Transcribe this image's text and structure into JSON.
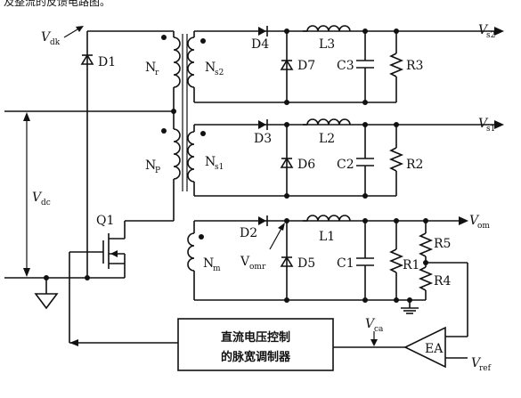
{
  "header_text": "及整流的反馈电路图。",
  "labels": {
    "vdk_main": "V",
    "vdk_sub": "dk",
    "vdc_main": "V",
    "vdc_sub": "dc",
    "d1": "D1",
    "q1": "Q1",
    "nr_main": "N",
    "nr_sub": "r",
    "np_main": "N",
    "np_sub": "P",
    "ns2_main": "N",
    "ns2_sub": "s2",
    "ns1_main": "N",
    "ns1_sub": "s1",
    "nm_main": "N",
    "nm_sub": "m",
    "d4": "D4",
    "d7": "D7",
    "l3": "L3",
    "c3": "C3",
    "r3": "R3",
    "d3": "D3",
    "d6": "D6",
    "l2": "L2",
    "c2": "C2",
    "r2": "R2",
    "d2": "D2",
    "d5": "D5",
    "l1": "L1",
    "c1": "C1",
    "r1": "R1",
    "r5": "R5",
    "r4": "R4",
    "vomr_main": "V",
    "vomr_sub": "omr",
    "vs2_main": "V",
    "vs2_sub": "s2",
    "vs1_main": "V",
    "vs1_sub": "s1",
    "vom_main": "V",
    "vom_sub": "om",
    "vca_main": "V",
    "vca_sub": "ca",
    "vref_main": "V",
    "vref_sub": "ref",
    "ea": "EA",
    "pwm_line1": "直流电压控制",
    "pwm_line2": "的脉宽调制器"
  }
}
